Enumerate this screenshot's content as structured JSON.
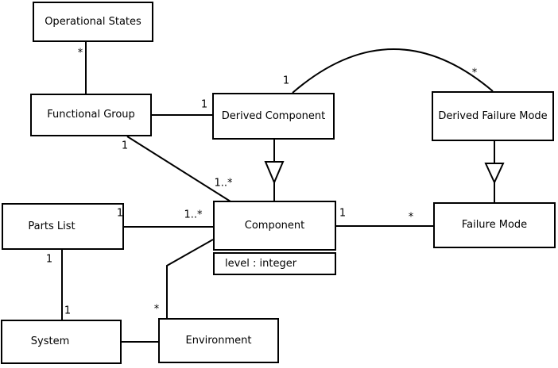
{
  "diagram": {
    "kind": "uml-class-diagram",
    "background_color": "#ffffff",
    "line_color": "#000000",
    "text_color": "#000000",
    "classes": [
      {
        "label": "Operational States"
      },
      {
        "label": "Functional Group"
      },
      {
        "label": "Derived Component"
      },
      {
        "label": "Derived Failure Mode"
      },
      {
        "label": "Parts List"
      },
      {
        "label": "Component",
        "attributes": [
          "level : integer"
        ]
      },
      {
        "label": "Failure Mode"
      },
      {
        "label": "System"
      },
      {
        "label": "Environment"
      }
    ],
    "multiplicities": [
      "*",
      "1",
      "1",
      "1",
      "*",
      "1..*",
      "1..*",
      "1",
      "1",
      "*",
      "1",
      "1",
      "*"
    ],
    "relationships": [
      {
        "type": "association",
        "from": "Functional Group",
        "to": "Operational States",
        "to_multiplicity": "*"
      },
      {
        "type": "association",
        "from": "Functional Group",
        "to": "Derived Component",
        "to_multiplicity": "1"
      },
      {
        "type": "association",
        "from": "Functional Group",
        "from_multiplicity": "1",
        "to": "Component",
        "to_multiplicity": "1..*"
      },
      {
        "type": "association",
        "from": "Derived Component",
        "from_multiplicity": "1",
        "to": "Derived Failure Mode",
        "to_multiplicity": "*"
      },
      {
        "type": "association",
        "from": "Parts List",
        "from_multiplicity": "1",
        "to": "Component",
        "to_multiplicity": "1..*"
      },
      {
        "type": "association",
        "from": "Component",
        "from_multiplicity": "1",
        "to": "Failure Mode",
        "to_multiplicity": "*"
      },
      {
        "type": "association",
        "from": "Parts List",
        "from_multiplicity": "1",
        "to": "System",
        "to_multiplicity": "1"
      },
      {
        "type": "association",
        "from": "Component",
        "to": "Environment",
        "to_multiplicity": "*"
      },
      {
        "type": "association",
        "from": "System",
        "to": "Environment"
      },
      {
        "type": "generalization",
        "subclass": "Derived Component",
        "superclass": "Component"
      },
      {
        "type": "generalization",
        "subclass": "Derived Failure Mode",
        "superclass": "Failure Mode"
      }
    ]
  }
}
